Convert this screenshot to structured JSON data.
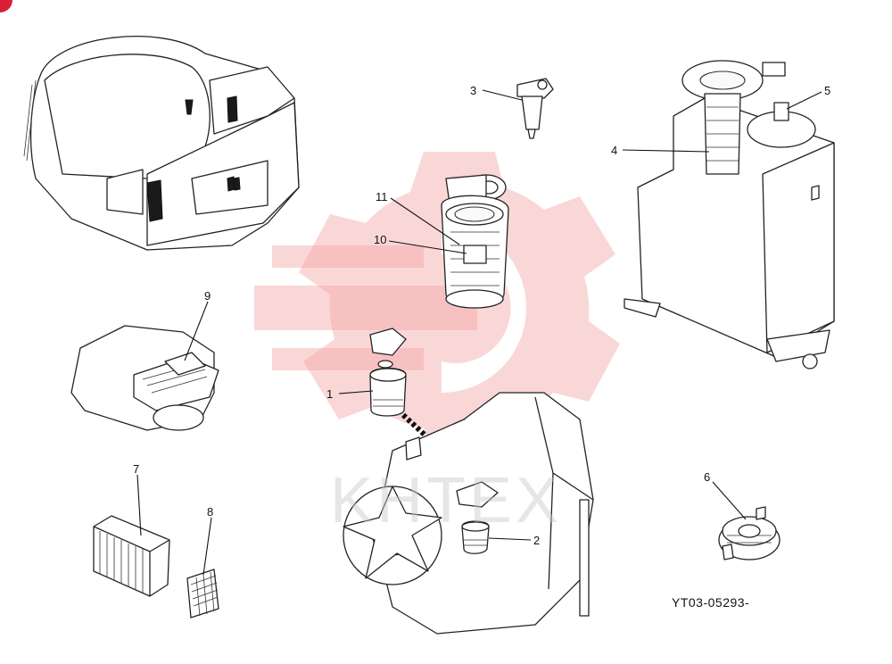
{
  "diagram": {
    "document_id": "YT03-05293-",
    "watermark_text": "KHTEX",
    "callouts": [
      {
        "label": "1"
      },
      {
        "label": "2"
      },
      {
        "label": "3"
      },
      {
        "label": "4"
      },
      {
        "label": "5"
      },
      {
        "label": "6"
      },
      {
        "label": "7"
      },
      {
        "label": "8"
      },
      {
        "label": "9"
      },
      {
        "label": "10"
      },
      {
        "label": "11"
      }
    ],
    "colors": {
      "line": "#222222",
      "watermark_gear": "#f3a6a6",
      "corner_badge": "#d81e3a"
    }
  }
}
